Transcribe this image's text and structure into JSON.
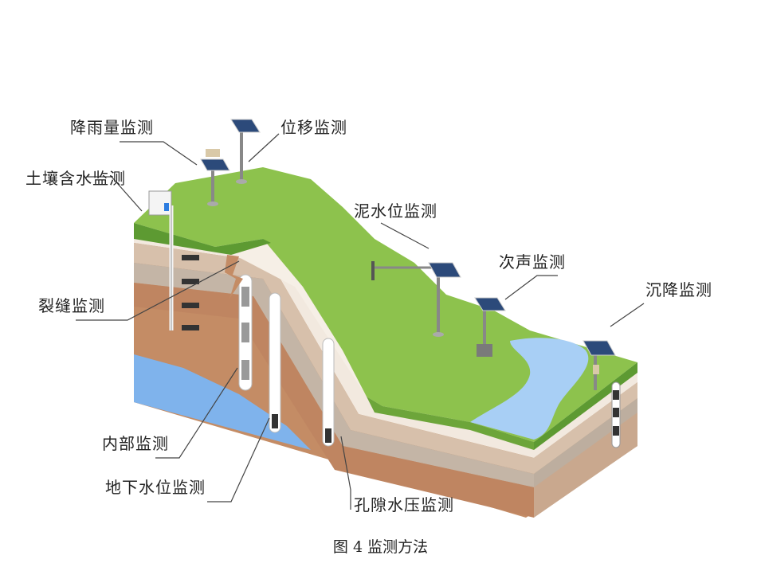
{
  "labels": {
    "rainfall": "降雨量监测",
    "displacement": "位移监测",
    "soil_moisture": "土壤含水监测",
    "mud_level": "泥水位监测",
    "infrasound": "次声监测",
    "subsidence": "沉降监测",
    "crack": "裂缝监测",
    "internal": "内部监测",
    "groundwater": "地下水位监测",
    "pore_pressure": "孔隙水压监测"
  },
  "caption": "图 4 监测方法",
  "colors": {
    "grass": "#8dc24d",
    "grass_dark": "#5d9a32",
    "water": "#7fb3ec",
    "soil_light": "#f3ebe3",
    "soil_mid": "#d9c2ad",
    "soil_brown": "#c6906a",
    "soil_dark": "#b57a55",
    "leader": "#444444"
  }
}
